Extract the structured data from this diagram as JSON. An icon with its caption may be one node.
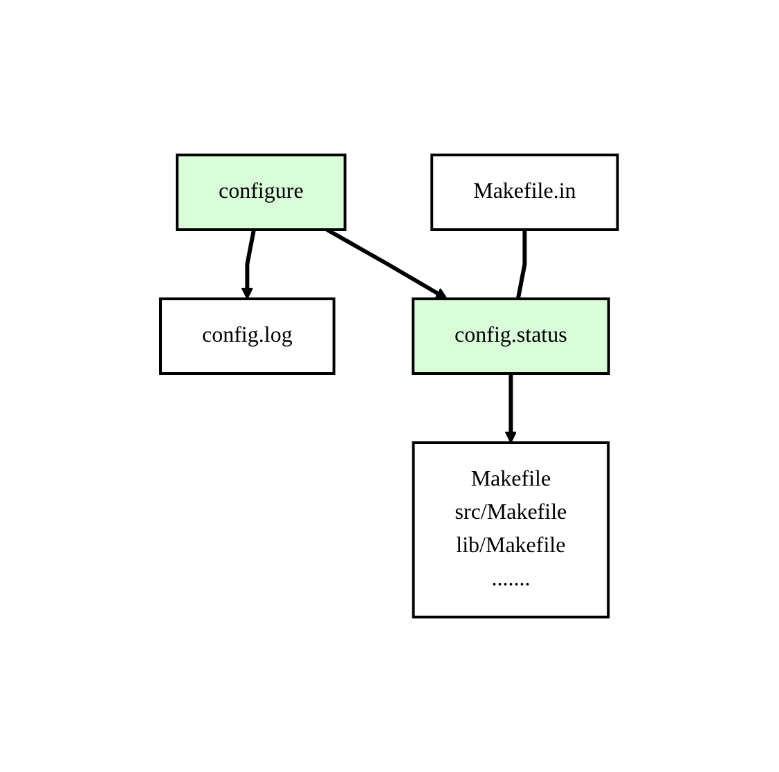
{
  "diagram": {
    "nodes": [
      {
        "text": [
          "Makefile.in"
        ]
      },
      {
        "text": [
          "configure"
        ]
      },
      {
        "text": [
          "config.log"
        ]
      },
      {
        "text": [
          "config.status"
        ]
      },
      {
        "text": [
          "Makefile",
          "src/Makefile",
          "lib/Makefile",
          "......."
        ]
      }
    ],
    "edges": [
      {
        "from": 1,
        "to": 2,
        "arrow": "to"
      },
      {
        "from": 1,
        "to": 3,
        "arrow": "to"
      },
      {
        "from": 0,
        "to": 3,
        "arrow": "none"
      },
      {
        "from": 3,
        "to": 4,
        "arrow": "to"
      }
    ]
  }
}
